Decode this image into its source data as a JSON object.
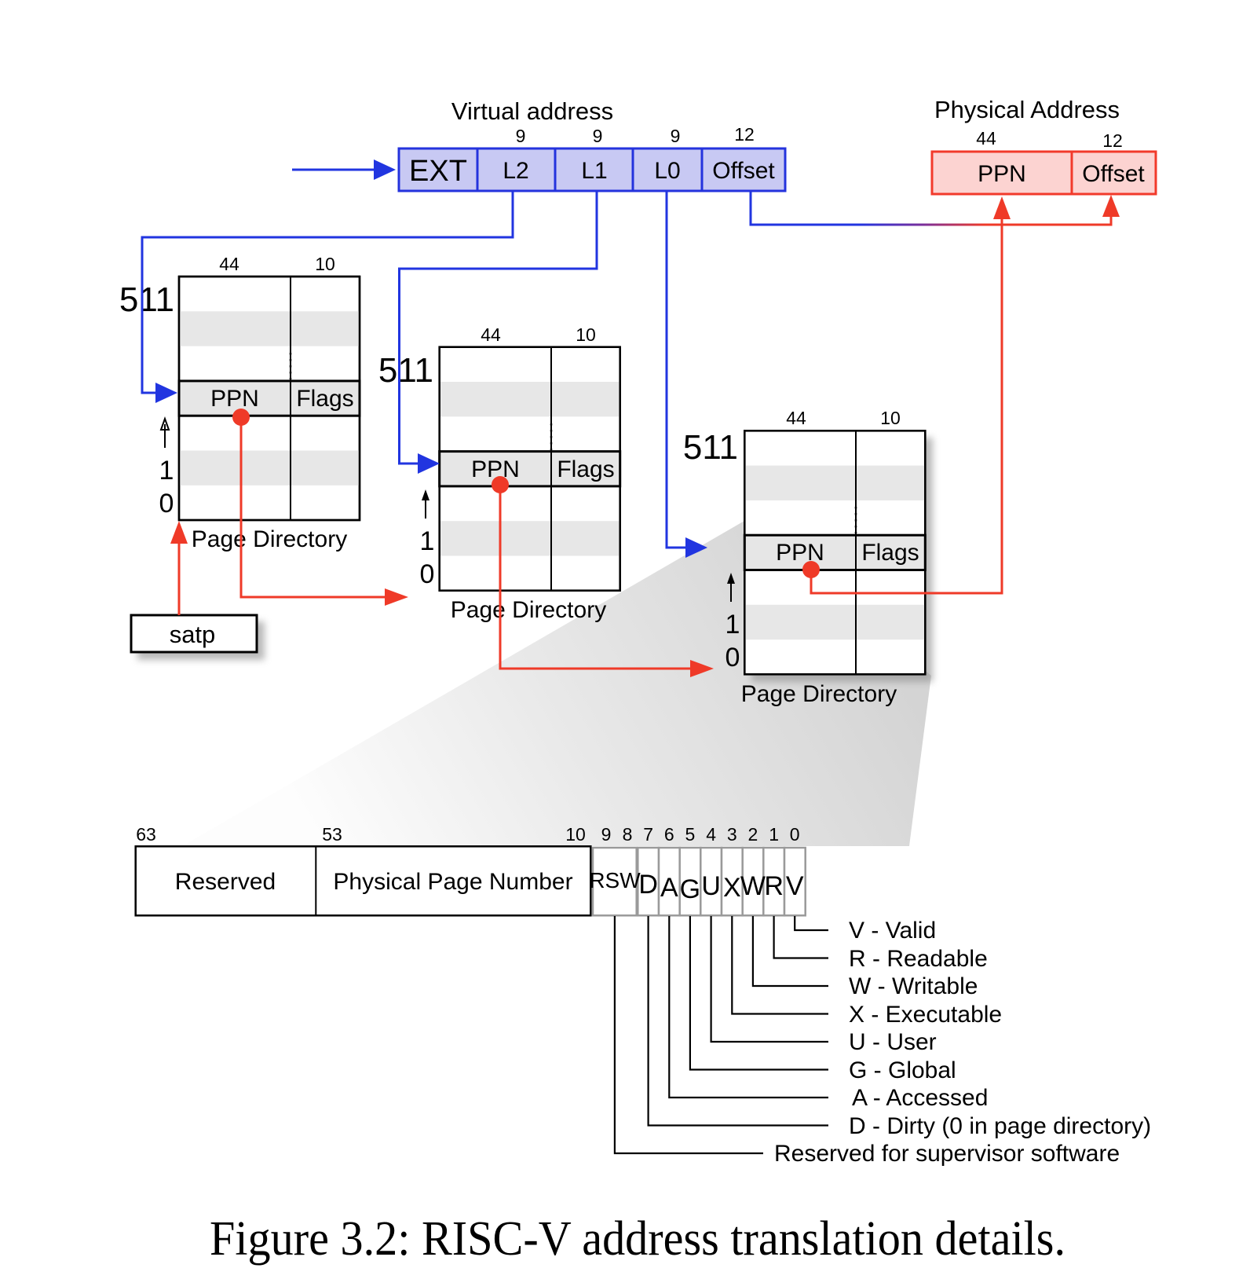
{
  "virtual_address": {
    "title": "Virtual address",
    "fields": [
      {
        "label": "EXT",
        "bits": ""
      },
      {
        "label": "L2",
        "bits": "9"
      },
      {
        "label": "L1",
        "bits": "9"
      },
      {
        "label": "L0",
        "bits": "9"
      },
      {
        "label": "Offset",
        "bits": "12"
      }
    ]
  },
  "physical_address": {
    "title": "Physical Address",
    "fields": [
      {
        "label": "PPN",
        "bits": "44"
      },
      {
        "label": "Offset",
        "bits": "12"
      }
    ]
  },
  "satp": {
    "label": "satp"
  },
  "page_directories": [
    {
      "caption": "Page Directory",
      "top_index": "511",
      "ppn_bits": "44",
      "flags_bits": "10",
      "entry_ppn": "PPN",
      "entry_flags": "Flags",
      "index_1": "1",
      "index_0": "0"
    },
    {
      "caption": "Page Directory",
      "top_index": "511",
      "ppn_bits": "44",
      "flags_bits": "10",
      "entry_ppn": "PPN",
      "entry_flags": "Flags",
      "index_1": "1",
      "index_0": "0"
    },
    {
      "caption": "Page Directory",
      "top_index": "511",
      "ppn_bits": "44",
      "flags_bits": "10",
      "entry_ppn": "PPN",
      "entry_flags": "Flags",
      "index_1": "1",
      "index_0": "0"
    }
  ],
  "pte": {
    "bit_positions": [
      "63",
      "53",
      "10",
      "9",
      "8",
      "7",
      "6",
      "5",
      "4",
      "3",
      "2",
      "1",
      "0"
    ],
    "reserved_label": "Reserved",
    "ppn_label": "Physical Page Number",
    "rsw_label": "RSW",
    "flag_labels": [
      "D",
      "A",
      "G",
      "U",
      "X",
      "W",
      "R",
      "V"
    ],
    "legend": [
      "V - Valid",
      "R  - Readable",
      "W - Writable",
      "X - Executable",
      "U - User",
      "G - Global",
      "A - Accessed",
      "D - Dirty (0 in page directory)",
      "Reserved for supervisor software"
    ]
  },
  "figure_caption": "Figure 3.2: RISC-V address translation details.",
  "colors": {
    "virtual_fill": "#c8c9f3",
    "virtual_border": "#2433dd",
    "physical_fill": "#fcd3d1",
    "physical_border": "#f23a2b",
    "blue_arrow": "#2135e0",
    "red_arrow": "#ef3a28",
    "row_stripe": "#e7e7e7",
    "entry_row_fill": "#e6e6e6",
    "flag_cell_border": "#9a9a9a",
    "wedge_gray": "#d4d4d4"
  }
}
